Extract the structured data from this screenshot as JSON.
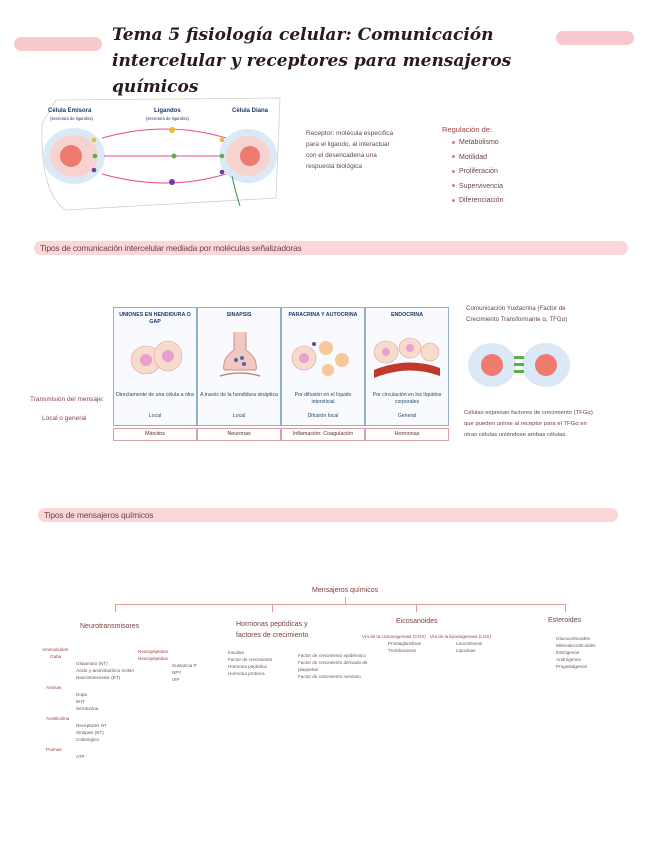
{
  "title": {
    "line1": "Tema 5 fisiología celular: Comunicación",
    "line2": "intercelular y receptores para mensajeros químicos"
  },
  "diagram1": {
    "emisora": "Célula Emisora",
    "emisora_sub": "(secretora de ligandos)",
    "ligandos": "Ligandos",
    "ligandos_sub": "(secretora de ligandos)",
    "diana": "Célula Diana"
  },
  "receptor_note": {
    "lines": [
      "Receptor: molécula específica",
      "para el ligando, al interactuar",
      "con el desencadena una",
      "respuesta biológica"
    ]
  },
  "regulacion": {
    "title": "Regulación de:",
    "items": [
      "Metabolismo",
      "Motilidad",
      "Proliferación",
      "Supervivencia",
      "Diferenciación"
    ]
  },
  "section1": {
    "label": "Tipos de comunicación intercelular mediada por moléculas señalizadoras"
  },
  "comm_table": {
    "left_label1": "Transmisión del mensaje:",
    "left_label2": "Local o general",
    "columns": [
      {
        "header": "UNIONES EN HENDIDURA O GAP",
        "desc": "Directamente de una célula a otra",
        "kind": "Local",
        "example": "Miocitos"
      },
      {
        "header": "SINAPSIS",
        "desc": "A través de la hendidura sináptica",
        "kind": "Local",
        "example": "Neuronas"
      },
      {
        "header": "PARACRINA Y AUTOCRINA",
        "desc": "Por difusión en el líquido intersticial",
        "kind": "Difusión local",
        "example": "Inflamación: Coagulación"
      },
      {
        "header": "ENDOCRINA",
        "desc": "Por circulación en los líquidos corporales",
        "kind": "General",
        "example": "Hormonas"
      }
    ]
  },
  "yuxtacrina": {
    "title_lines": [
      "Comunicación Yuxtacrina (Factor de",
      "Crecimiento Transformante α, TFGα)"
    ],
    "note_lines": [
      "Células expresan factores de crecimiento (TFGα)",
      "que pueden unirse al receptor para el TFGα en",
      "otras células uniéndose ambas células."
    ]
  },
  "section2": {
    "label": "Tipos de mensajeros químicos"
  },
  "tree": {
    "root": "Mensajeros químicos",
    "branches": [
      {
        "label": "Neurotransmisores"
      },
      {
        "label": "Hormonas peptídicas y factores de crecimiento"
      },
      {
        "label": "Eicosanoides"
      },
      {
        "label": "Esteroides"
      }
    ],
    "neuro_left": [
      {
        "head": "Aminoácidos",
        "items": []
      },
      {
        "head": "Gaba",
        "items": [
          "Glutamato (NT)",
          "Ácido γ-aminobutírico GABA",
          "Neurotransmisor (ET)"
        ]
      },
      {
        "head": "Aminas",
        "items": [
          "Dopa",
          "5HT",
          "Serotonina"
        ]
      },
      {
        "head": "Acetilcolina",
        "items": [
          "Receptores NT",
          "Sinapsis (NT)",
          "Colinérgico"
        ]
      },
      {
        "head": "Purinas",
        "items": [
          "ATP"
        ]
      }
    ],
    "neuro_right": [
      {
        "head": "Neuropéptidos",
        "items": []
      },
      {
        "head": "Neuropéptidos",
        "items": [
          "Sustancia P",
          "NPY",
          "VIP"
        ]
      }
    ],
    "hormonas": [
      "Insulina",
      "Factor de crecimiento",
      "Hormona peptídica",
      "Hormona proteica"
    ],
    "hormonas_right": [
      "Factor de crecimiento epidérmico",
      "Factor de crecimiento derivado de plaquetas",
      "Factor de crecimiento nervioso"
    ],
    "eico_left_head": "Vía de la ciclooxigenasa (COX)",
    "eico_left": [
      "Prostaglandinas",
      "Tromboxanos"
    ],
    "eico_right_head": "Vía de la lipooxigenasa (LOX)",
    "eico_right": [
      "Leucotrienos",
      "Lipoxinas"
    ],
    "esteroides": [
      "Glucocorticoides",
      "Mineralocorticoides",
      "Estrógenos",
      "Andrógenos",
      "Progestágenos"
    ]
  }
}
